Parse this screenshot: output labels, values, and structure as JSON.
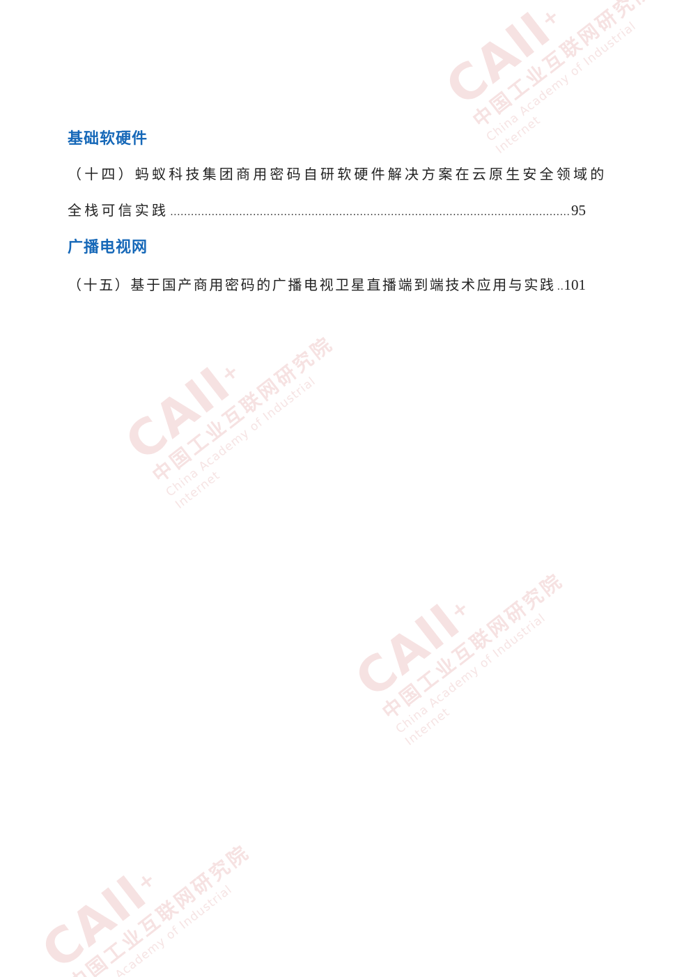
{
  "watermark": {
    "logo": "CAII",
    "logo_mark": "+",
    "org_cn": "中国工业互联网研究院",
    "org_en": "China Academy of Industrial Internet"
  },
  "sections": [
    {
      "heading": "基础软硬件",
      "entries": [
        {
          "title_line1": "（十四）蚂蚁科技集团商用密码自研软硬件解决方案在云原生安全领域的",
          "title_line2": "全栈可信实践",
          "page": "95"
        }
      ]
    },
    {
      "heading": "广播电视网",
      "entries": [
        {
          "title": "（十五）基于国产商用密码的广播电视卫星直播端到端技术应用与实践",
          "page": "101"
        }
      ]
    }
  ]
}
